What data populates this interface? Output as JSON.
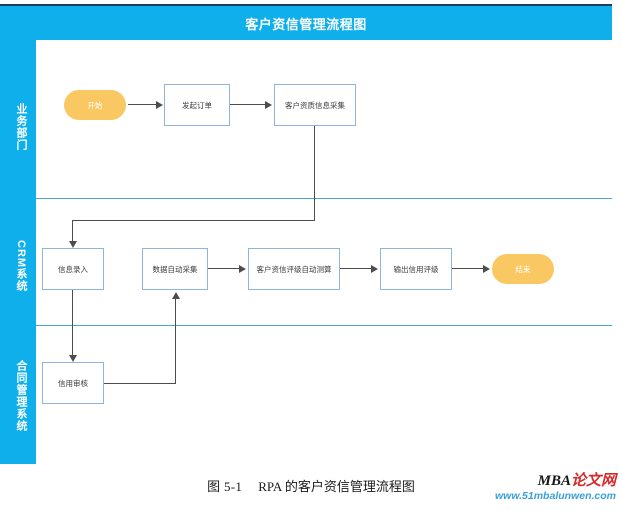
{
  "figure": {
    "title": "客户资信管理流程图",
    "header_color": "#0FAFEC",
    "accent_color": "#F9C862",
    "node_border_color": "#8FB4DD",
    "connector_color": "#4D4D4D",
    "lane_divider_color": "#4AA7CF"
  },
  "lanes": [
    {
      "id": "lane-business",
      "label": "业务部门"
    },
    {
      "id": "lane-crm",
      "label": "CRM系统"
    },
    {
      "id": "lane-contract",
      "label": "合同管理系统"
    }
  ],
  "nodes": {
    "start": {
      "label": "开始",
      "type": "terminator",
      "lane": "lane-business"
    },
    "create_order": {
      "label": "发起订单",
      "type": "process",
      "lane": "lane-business"
    },
    "collect_qualification": {
      "label": "客户资质信息采集",
      "type": "process",
      "lane": "lane-business"
    },
    "info_entry": {
      "label": "信息录入",
      "type": "process",
      "lane": "lane-crm"
    },
    "auto_collect": {
      "label": "数据自动采集",
      "type": "process",
      "lane": "lane-crm"
    },
    "auto_rating": {
      "label": "客户资信评级自动测算",
      "type": "process",
      "lane": "lane-crm"
    },
    "output_rating": {
      "label": "输出信用评级",
      "type": "process",
      "lane": "lane-crm"
    },
    "end": {
      "label": "结束",
      "type": "terminator",
      "lane": "lane-crm"
    },
    "credit_review": {
      "label": "信用审核",
      "type": "process",
      "lane": "lane-contract"
    }
  },
  "caption": {
    "number": "图 5-1",
    "text": "RPA 的客户资信管理流程图"
  },
  "watermark": {
    "brand_latin": "MBA",
    "brand_cn": "论文网",
    "url": "www.51mbalunwen.com"
  }
}
